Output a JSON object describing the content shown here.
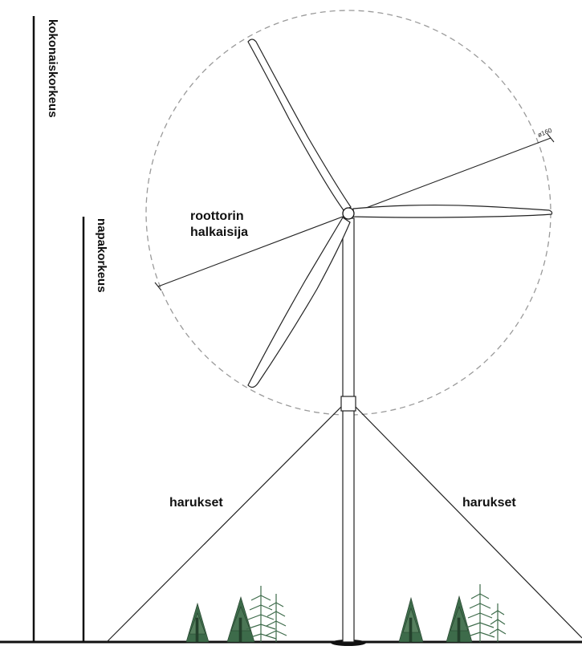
{
  "labels": {
    "total_height": "kokonaiskorkeus",
    "hub_height": "napakorkeus",
    "rotor_line1": "roottorin",
    "rotor_line2": "halkaisija",
    "guys_left": "harukset",
    "guys_right": "harukset",
    "diameter_tag": "ø160"
  },
  "colors": {
    "line": "#1a1a1a",
    "rotor_circle": "#9a9a9a",
    "tree": "#3d6b4a"
  }
}
